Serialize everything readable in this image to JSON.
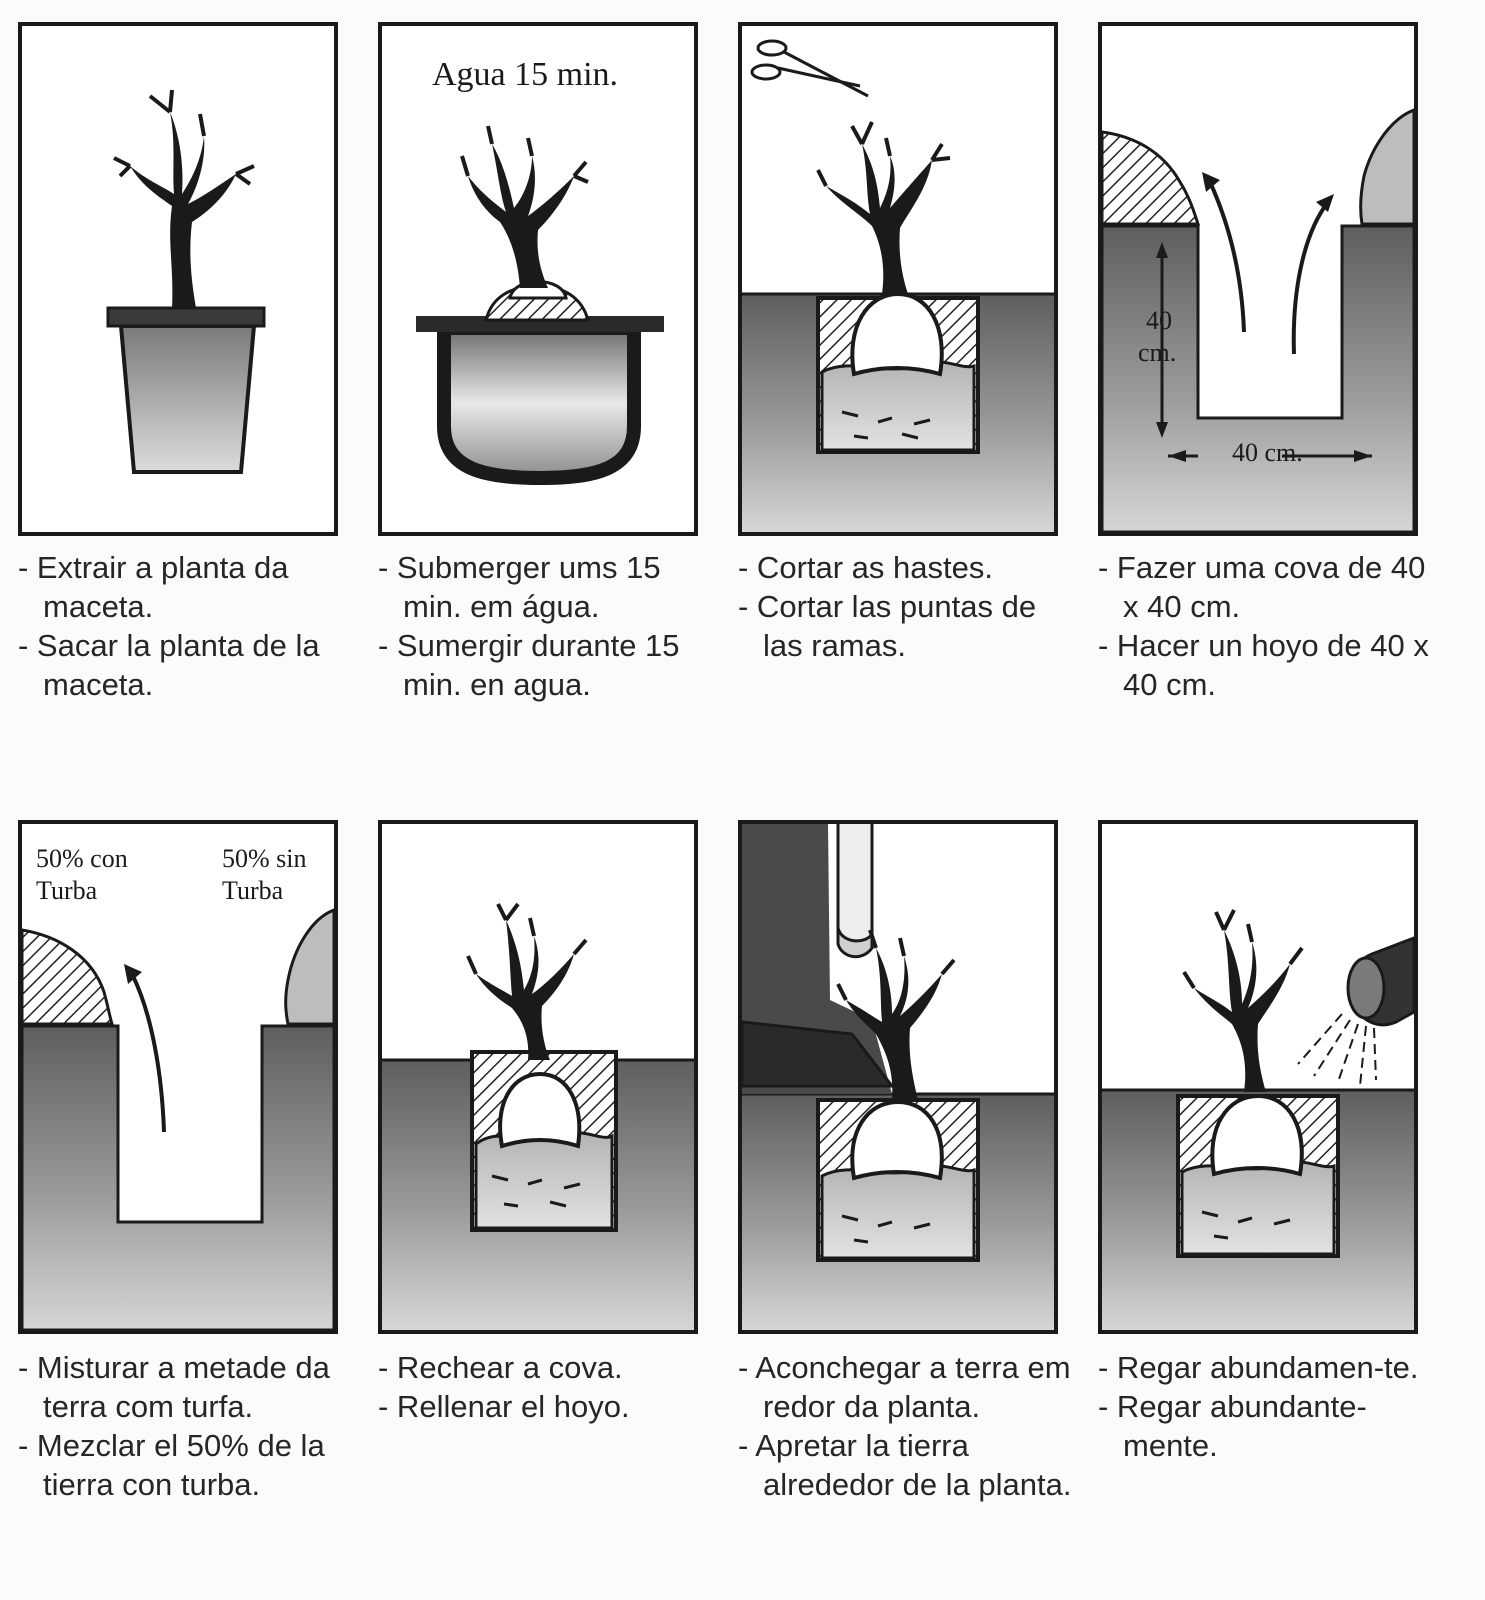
{
  "panel_labels": {
    "p2_agua": "Agua 15 min.",
    "p4_depth": "40",
    "p4_depth_unit": "cm.",
    "p4_width": "40 cm.",
    "p5_left_a": "50% con",
    "p5_left_b": "Turba",
    "p5_right_a": "50% sin",
    "p5_right_b": "Turba"
  },
  "captions": [
    [
      "- Extrair a planta da maceta.",
      "- Sacar la planta de la maceta."
    ],
    [
      "- Submerger ums 15 min. em água.",
      "- Sumergir durante 15 min. en agua."
    ],
    [
      "- Cortar as hastes.",
      "- Cortar las puntas de las ramas."
    ],
    [
      "- Fazer uma cova de 40 x 40 cm.",
      "- Hacer un hoyo de 40 x 40 cm."
    ],
    [
      "- Misturar a metade da terra com turfa.",
      "- Mezclar el 50% de la tierra con turba."
    ],
    [
      "- Rechear a cova.",
      "- Rellenar el hoyo."
    ],
    [
      "- Aconchegar a terra em redor da planta.",
      "- Apretar la tierra alrededor de la planta."
    ],
    [
      "- Regar abundamen-te.",
      "- Regar abundante-mente."
    ]
  ],
  "colors": {
    "ground": "#8a8a8a",
    "ink": "#1a1a1a",
    "paper": "#ffffff"
  }
}
